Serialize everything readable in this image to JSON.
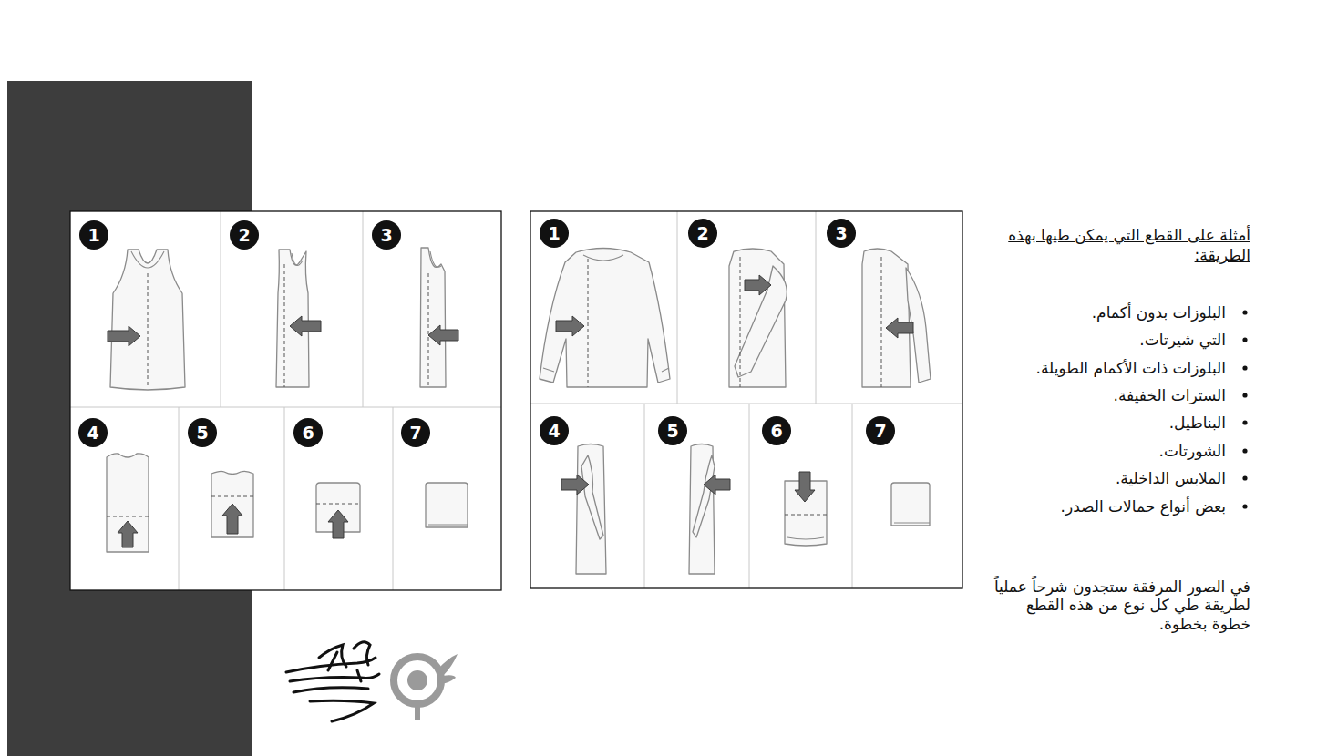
{
  "diagram": {
    "title": "أمثلة على القطع التي يمكن طيها بهذه الطريقة:",
    "nodes": [
      {
        "text": [
          "1"
        ]
      },
      {
        "text": [
          "2"
        ]
      },
      {
        "text": [
          "3"
        ]
      },
      {
        "text": [
          "4"
        ]
      },
      {
        "text": [
          "5"
        ]
      },
      {
        "text": [
          "6"
        ]
      },
      {
        "text": [
          "7"
        ]
      },
      {
        "text": [
          "1"
        ]
      },
      {
        "text": [
          "2"
        ]
      },
      {
        "text": [
          "3"
        ]
      },
      {
        "text": [
          "4"
        ]
      },
      {
        "text": [
          "5"
        ]
      },
      {
        "text": [
          "6"
        ]
      },
      {
        "text": [
          "7"
        ]
      }
    ],
    "labels": [
      "البلوزات بدون أكمام.",
      "التي شيرتات.",
      "البلوزات ذات الأكمام الطويلة.",
      "السترات الخفيفة.",
      "البناطيل.",
      "الشورتات.",
      "الملابس الداخلية.",
      "بعض أنواع حمالات الصدر.",
      "في الصور المرفقة ستجدون شرحاً عملياً لطريقة طي كل نوع من هذه القطع خطوة بخطوة."
    ]
  }
}
